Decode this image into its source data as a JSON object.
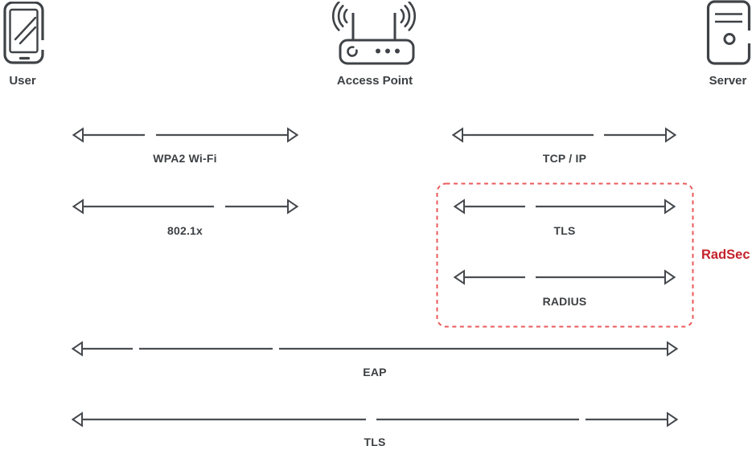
{
  "nodes": {
    "user": {
      "label": "User",
      "icon": "smartphone-icon"
    },
    "access_point": {
      "label": "Access Point",
      "icon": "wifi-router-icon"
    },
    "server": {
      "label": "Server",
      "icon": "server-tower-icon"
    }
  },
  "links": {
    "wpa2_wifi": {
      "label": "WPA2 Wi-Fi",
      "from": "User",
      "to": "Access Point"
    },
    "tcp_ip": {
      "label": "TCP / IP",
      "from": "Access Point",
      "to": "Server"
    },
    "ieee_802_1x": {
      "label": "802.1x",
      "from": "User",
      "to": "Access Point"
    },
    "tls_radsec": {
      "label": "TLS",
      "from": "Access Point",
      "to": "Server"
    },
    "radius": {
      "label": "RADIUS",
      "from": "Access Point",
      "to": "Server"
    },
    "eap": {
      "label": "EAP",
      "from": "User",
      "to": "Server"
    },
    "tls_end_to_end": {
      "label": "TLS",
      "from": "User",
      "to": "Server"
    }
  },
  "group": {
    "label": "RadSec",
    "contains": [
      "TLS",
      "RADIUS"
    ]
  },
  "colors": {
    "background": "#ffffff",
    "line": "#4a4e52",
    "label_text": "#3c4043",
    "radsec_border": "#e95a5a",
    "radsec_text": "#c4232c"
  }
}
